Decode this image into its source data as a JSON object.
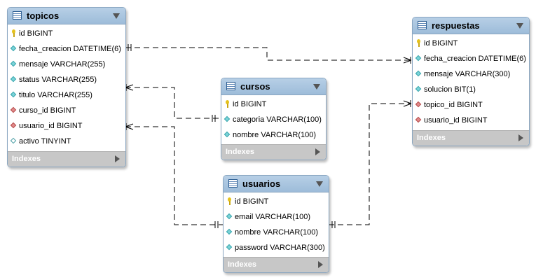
{
  "tables": {
    "topicos": {
      "name": "topicos",
      "columns": [
        {
          "text": "id BIGINT",
          "kind": "key"
        },
        {
          "text": "fecha_creacion DATETIME(6)",
          "kind": "attr"
        },
        {
          "text": "mensaje VARCHAR(255)",
          "kind": "attr"
        },
        {
          "text": "status VARCHAR(255)",
          "kind": "attr"
        },
        {
          "text": "titulo VARCHAR(255)",
          "kind": "attr"
        },
        {
          "text": "curso_id BIGINT",
          "kind": "fk"
        },
        {
          "text": "usuario_id BIGINT",
          "kind": "fk"
        },
        {
          "text": "activo TINYINT",
          "kind": "plain"
        }
      ],
      "indexes_label": "Indexes"
    },
    "cursos": {
      "name": "cursos",
      "columns": [
        {
          "text": "id BIGINT",
          "kind": "key"
        },
        {
          "text": "categoria VARCHAR(100)",
          "kind": "attr"
        },
        {
          "text": "nombre VARCHAR(100)",
          "kind": "attr"
        }
      ],
      "indexes_label": "Indexes"
    },
    "usuarios": {
      "name": "usuarios",
      "columns": [
        {
          "text": "id BIGINT",
          "kind": "key"
        },
        {
          "text": "email VARCHAR(100)",
          "kind": "attr"
        },
        {
          "text": "nombre VARCHAR(100)",
          "kind": "attr"
        },
        {
          "text": "password VARCHAR(300)",
          "kind": "attr"
        }
      ],
      "indexes_label": "Indexes"
    },
    "respuestas": {
      "name": "respuestas",
      "columns": [
        {
          "text": "id BIGINT",
          "kind": "key"
        },
        {
          "text": "fecha_creacion DATETIME(6)",
          "kind": "attr"
        },
        {
          "text": "mensaje VARCHAR(300)",
          "kind": "attr"
        },
        {
          "text": "solucion BIT(1)",
          "kind": "attr"
        },
        {
          "text": "topico_id BIGINT",
          "kind": "fk"
        },
        {
          "text": "usuario_id BIGINT",
          "kind": "fk"
        }
      ],
      "indexes_label": "Indexes"
    }
  },
  "relationships": [
    {
      "from": "topicos",
      "to": "cursos",
      "from_end": "many",
      "to_end": "one"
    },
    {
      "from": "topicos",
      "to": "usuarios",
      "from_end": "many",
      "to_end": "one"
    },
    {
      "from": "respuestas",
      "to": "topicos",
      "from_end": "many",
      "to_end": "one"
    },
    {
      "from": "respuestas",
      "to": "usuarios",
      "from_end": "many",
      "to_end": "one"
    }
  ]
}
